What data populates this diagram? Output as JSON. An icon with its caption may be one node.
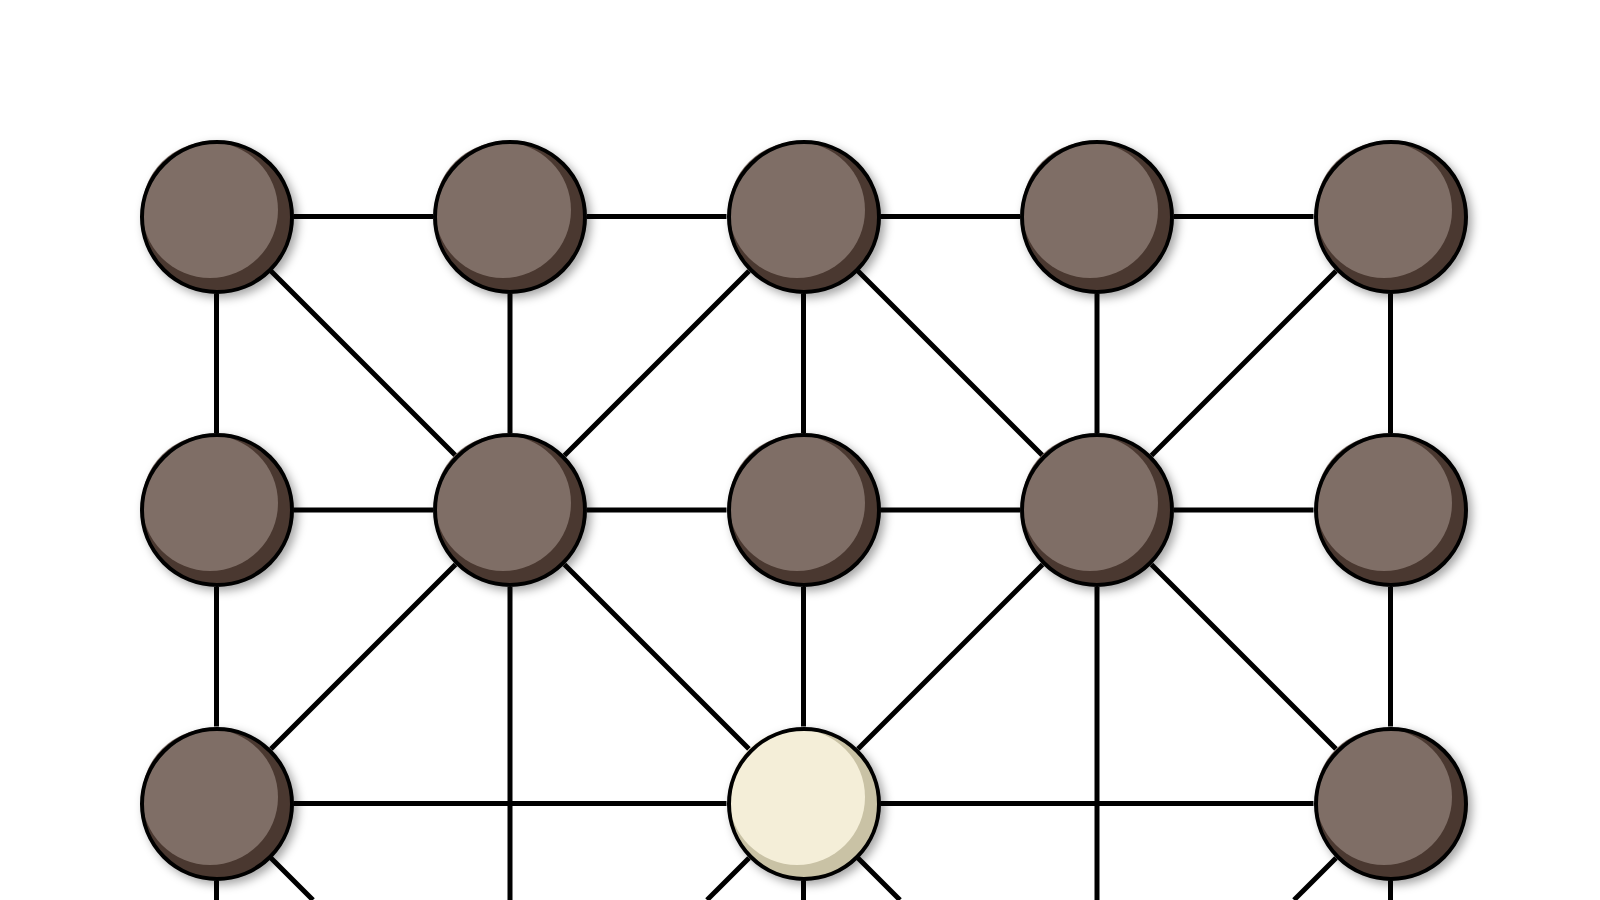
{
  "diagram": {
    "nodes": [
      {
        "text": [],
        "shape": "circle"
      },
      {
        "text": [],
        "shape": "circle"
      },
      {
        "text": [],
        "shape": "circle"
      },
      {
        "text": [],
        "shape": "circle"
      },
      {
        "text": [],
        "shape": "circle"
      },
      {
        "text": [],
        "shape": "circle"
      },
      {
        "text": [],
        "shape": "circle"
      },
      {
        "text": [],
        "shape": "circle"
      },
      {
        "text": [],
        "shape": "circle"
      },
      {
        "text": [],
        "shape": "circle"
      },
      {
        "text": [],
        "shape": "circle"
      },
      {
        "text": [],
        "shape": "circle"
      },
      {
        "text": [],
        "shape": "circle"
      }
    ],
    "edges": [
      {
        "from": 0,
        "to": 1,
        "arrow": "none"
      },
      {
        "from": 1,
        "to": 2,
        "arrow": "none"
      },
      {
        "from": 2,
        "to": 3,
        "arrow": "none"
      },
      {
        "from": 3,
        "to": 4,
        "arrow": "none"
      },
      {
        "from": 0,
        "to": 5,
        "arrow": "none"
      },
      {
        "from": 0,
        "to": 6,
        "arrow": "none"
      },
      {
        "from": 1,
        "to": 6,
        "arrow": "none"
      },
      {
        "from": 2,
        "to": 6,
        "arrow": "none"
      },
      {
        "from": 2,
        "to": 7,
        "arrow": "none"
      },
      {
        "from": 2,
        "to": 8,
        "arrow": "none"
      },
      {
        "from": 3,
        "to": 8,
        "arrow": "none"
      },
      {
        "from": 4,
        "to": 8,
        "arrow": "none"
      },
      {
        "from": 4,
        "to": 9,
        "arrow": "none"
      },
      {
        "from": 5,
        "to": 6,
        "arrow": "none"
      },
      {
        "from": 6,
        "to": 7,
        "arrow": "none"
      },
      {
        "from": 7,
        "to": 8,
        "arrow": "none"
      },
      {
        "from": 8,
        "to": 9,
        "arrow": "none"
      },
      {
        "from": 5,
        "to": 10,
        "arrow": "none"
      },
      {
        "from": 6,
        "to": 10,
        "arrow": "none"
      },
      {
        "from": 6,
        "to": null,
        "arrow": "none"
      },
      {
        "from": 6,
        "to": 11,
        "arrow": "none"
      },
      {
        "from": 7,
        "to": 11,
        "arrow": "none"
      },
      {
        "from": 8,
        "to": 11,
        "arrow": "none"
      },
      {
        "from": 8,
        "to": null,
        "arrow": "none"
      },
      {
        "from": 8,
        "to": 12,
        "arrow": "none"
      },
      {
        "from": 9,
        "to": 12,
        "arrow": "none"
      },
      {
        "from": 10,
        "to": 11,
        "arrow": "none"
      },
      {
        "from": 11,
        "to": 12,
        "arrow": "none"
      },
      {
        "from": 10,
        "to": null,
        "arrow": "none"
      },
      {
        "from": 10,
        "to": null,
        "arrow": "none"
      },
      {
        "from": 11,
        "to": null,
        "arrow": "none"
      },
      {
        "from": 11,
        "to": null,
        "arrow": "none"
      },
      {
        "from": 11,
        "to": null,
        "arrow": "none"
      },
      {
        "from": 12,
        "to": null,
        "arrow": "none"
      },
      {
        "from": 12,
        "to": null,
        "arrow": "none"
      }
    ]
  }
}
